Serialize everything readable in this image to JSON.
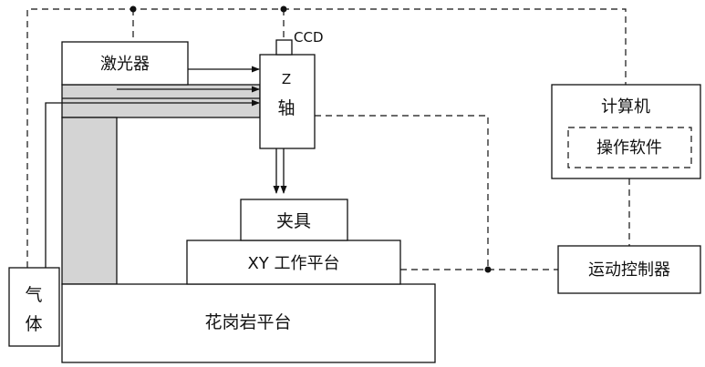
{
  "labels": {
    "laser": "激光器",
    "z_axis_line1": "Z",
    "z_axis_line2": "轴",
    "ccd": "CCD",
    "fixture": "夹具",
    "xy_platform": "XY 工作平台",
    "granite": "花岗岩平台",
    "gas_line1": "气",
    "gas_line2": "体",
    "computer": "计算机",
    "software": "操作软件",
    "motion_controller": "运动控制器"
  },
  "colors": {
    "line": "#111111",
    "beam_fill": "#d4d4d4",
    "background": "#ffffff"
  }
}
